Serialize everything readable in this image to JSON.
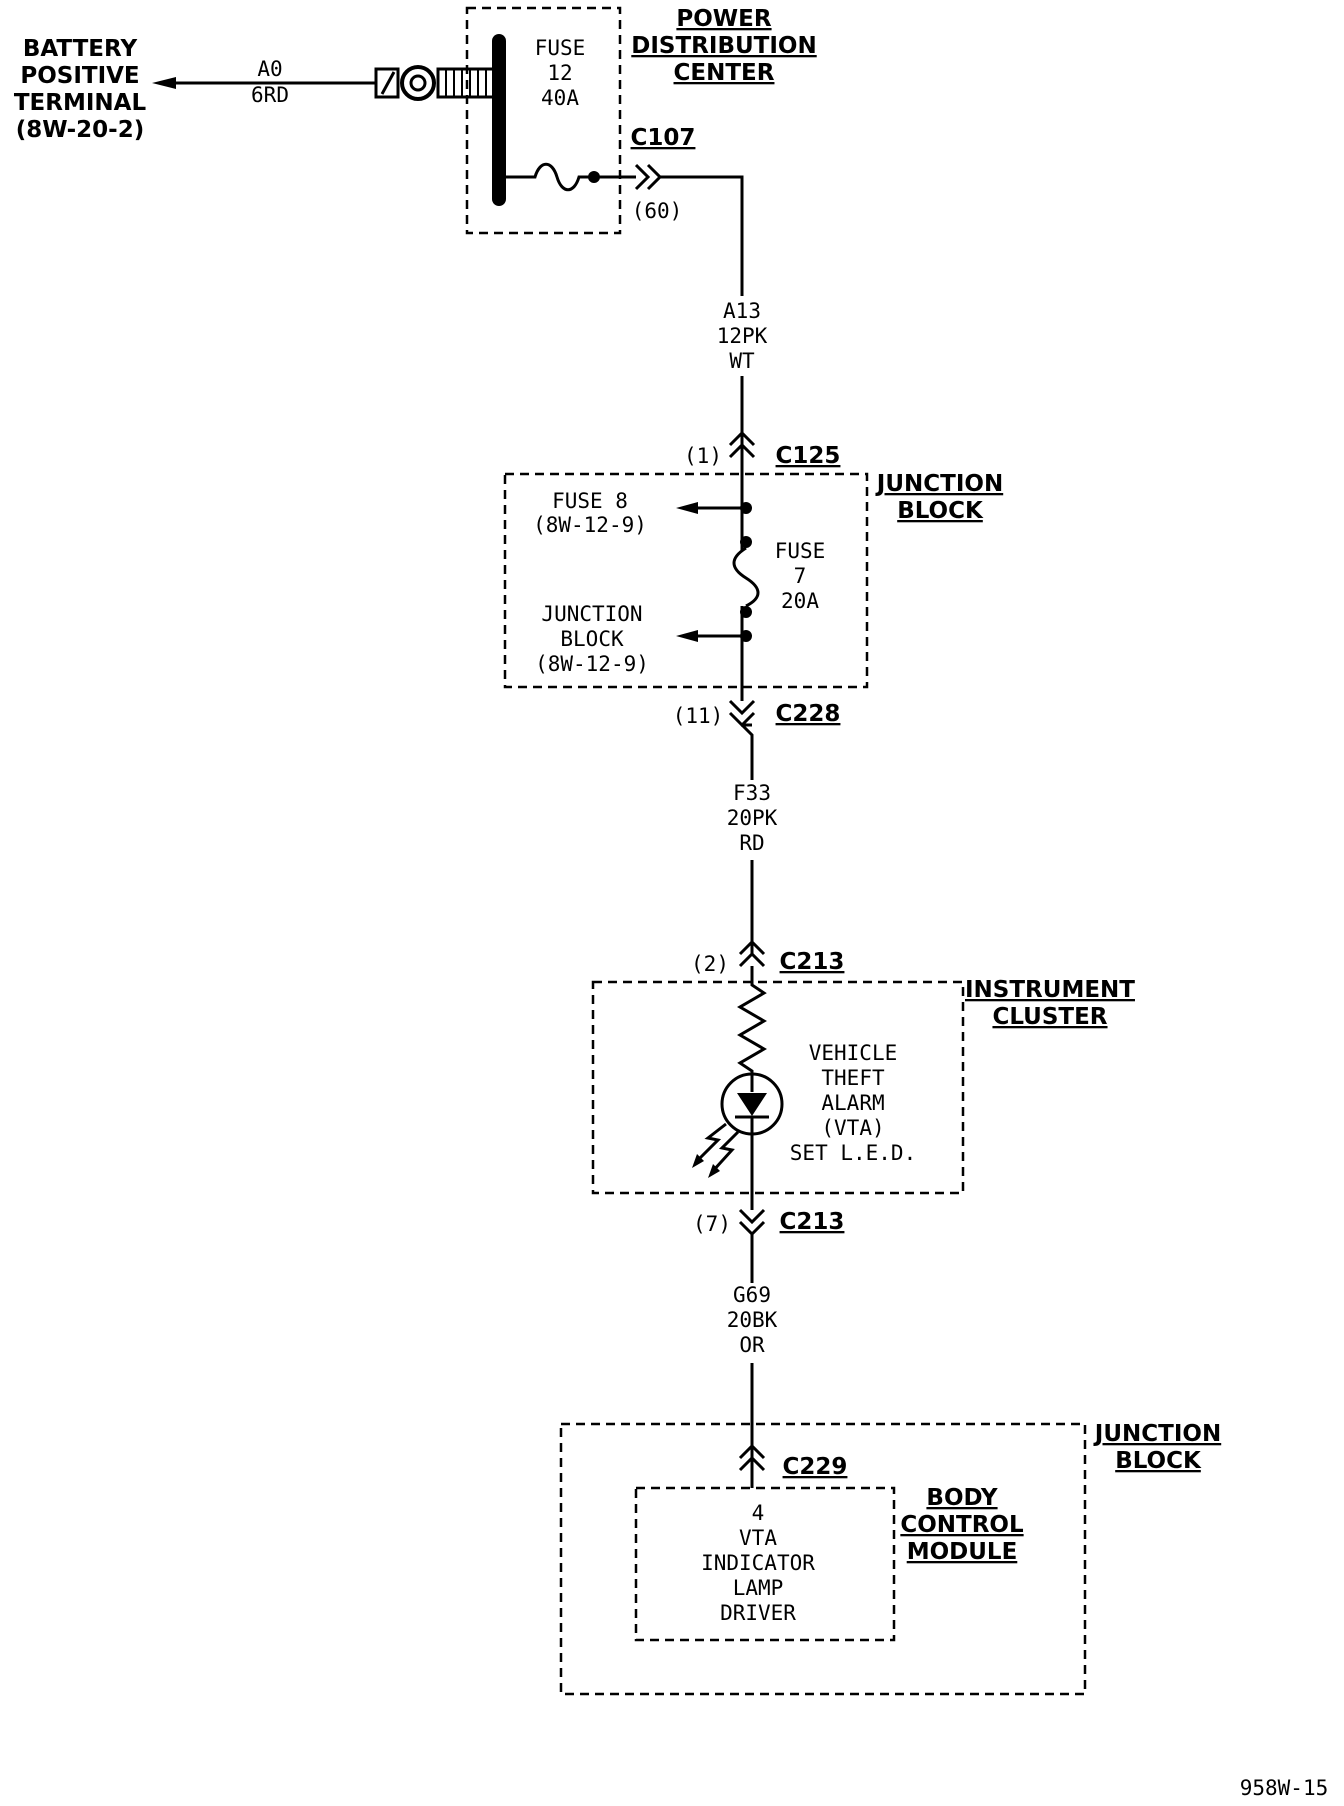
{
  "battery": {
    "line1": "BATTERY",
    "line2": "POSITIVE",
    "line3": "TERMINAL",
    "line4": "(8W-20-2)"
  },
  "wire_a0": {
    "circuit": "A0",
    "gauge_color": "6RD"
  },
  "pdc": {
    "title_line1": "POWER",
    "title_line2": "DISTRIBUTION",
    "title_line3": "CENTER",
    "fuse_line1": "FUSE",
    "fuse_line2": "12",
    "fuse_line3": "40A"
  },
  "c107": {
    "name": "C107",
    "pin": "(60)"
  },
  "wire_a13": {
    "circuit": "A13",
    "gauge_color": "12PK",
    "tracer": "WT"
  },
  "c125": {
    "name": "C125",
    "pin": "(1)"
  },
  "junction_block_1": {
    "title_line1": "JUNCTION",
    "title_line2": "BLOCK",
    "fuse8_line1": "FUSE 8",
    "fuse8_line2": "(8W-12-9)",
    "fuse7_line1": "FUSE",
    "fuse7_line2": "7",
    "fuse7_line3": "20A",
    "jb_ref_line1": "JUNCTION",
    "jb_ref_line2": "BLOCK",
    "jb_ref_line3": "(8W-12-9)"
  },
  "c228": {
    "name": "C228",
    "pin": "(11)"
  },
  "wire_f33": {
    "circuit": "F33",
    "gauge_color": "20PK",
    "tracer": "RD"
  },
  "c213_top": {
    "name": "C213",
    "pin": "(2)"
  },
  "instrument_cluster": {
    "title_line1": "INSTRUMENT",
    "title_line2": "CLUSTER",
    "led_line1": "VEHICLE",
    "led_line2": "THEFT",
    "led_line3": "ALARM",
    "led_line4": "(VTA)",
    "led_line5": "SET L.E.D."
  },
  "c213_bottom": {
    "name": "C213",
    "pin": "(7)"
  },
  "wire_g69": {
    "circuit": "G69",
    "gauge_color": "20BK",
    "tracer": "OR"
  },
  "junction_block_2": {
    "title_line1": "JUNCTION",
    "title_line2": "BLOCK"
  },
  "c229": {
    "name": "C229"
  },
  "bcm": {
    "title_line1": "BODY",
    "title_line2": "CONTROL",
    "title_line3": "MODULE",
    "pin_line1": "4",
    "pin_line2": "VTA",
    "pin_line3": "INDICATOR",
    "pin_line4": "LAMP",
    "pin_line5": "DRIVER"
  },
  "figure_id": "958W-15"
}
